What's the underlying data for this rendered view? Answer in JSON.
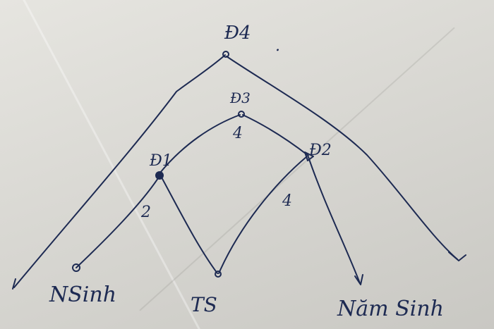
{
  "diagram": {
    "nodes": [
      {
        "id": "D4",
        "label": "Đ4"
      },
      {
        "id": "D3",
        "label": "Đ3"
      },
      {
        "id": "D1",
        "label": "Đ1"
      },
      {
        "id": "D2",
        "label": "Đ2"
      },
      {
        "id": "NSinh",
        "label": "NSinh"
      },
      {
        "id": "TS",
        "label": "TS"
      },
      {
        "id": "NamSinh",
        "label": "Năm Sinh"
      }
    ],
    "edge_labels": [
      {
        "from": "D3",
        "to": "D1",
        "label": "4"
      },
      {
        "from": "D1",
        "to": "NSinh",
        "label": "2"
      },
      {
        "from": "TS",
        "to": "D2",
        "label": "4"
      }
    ]
  }
}
